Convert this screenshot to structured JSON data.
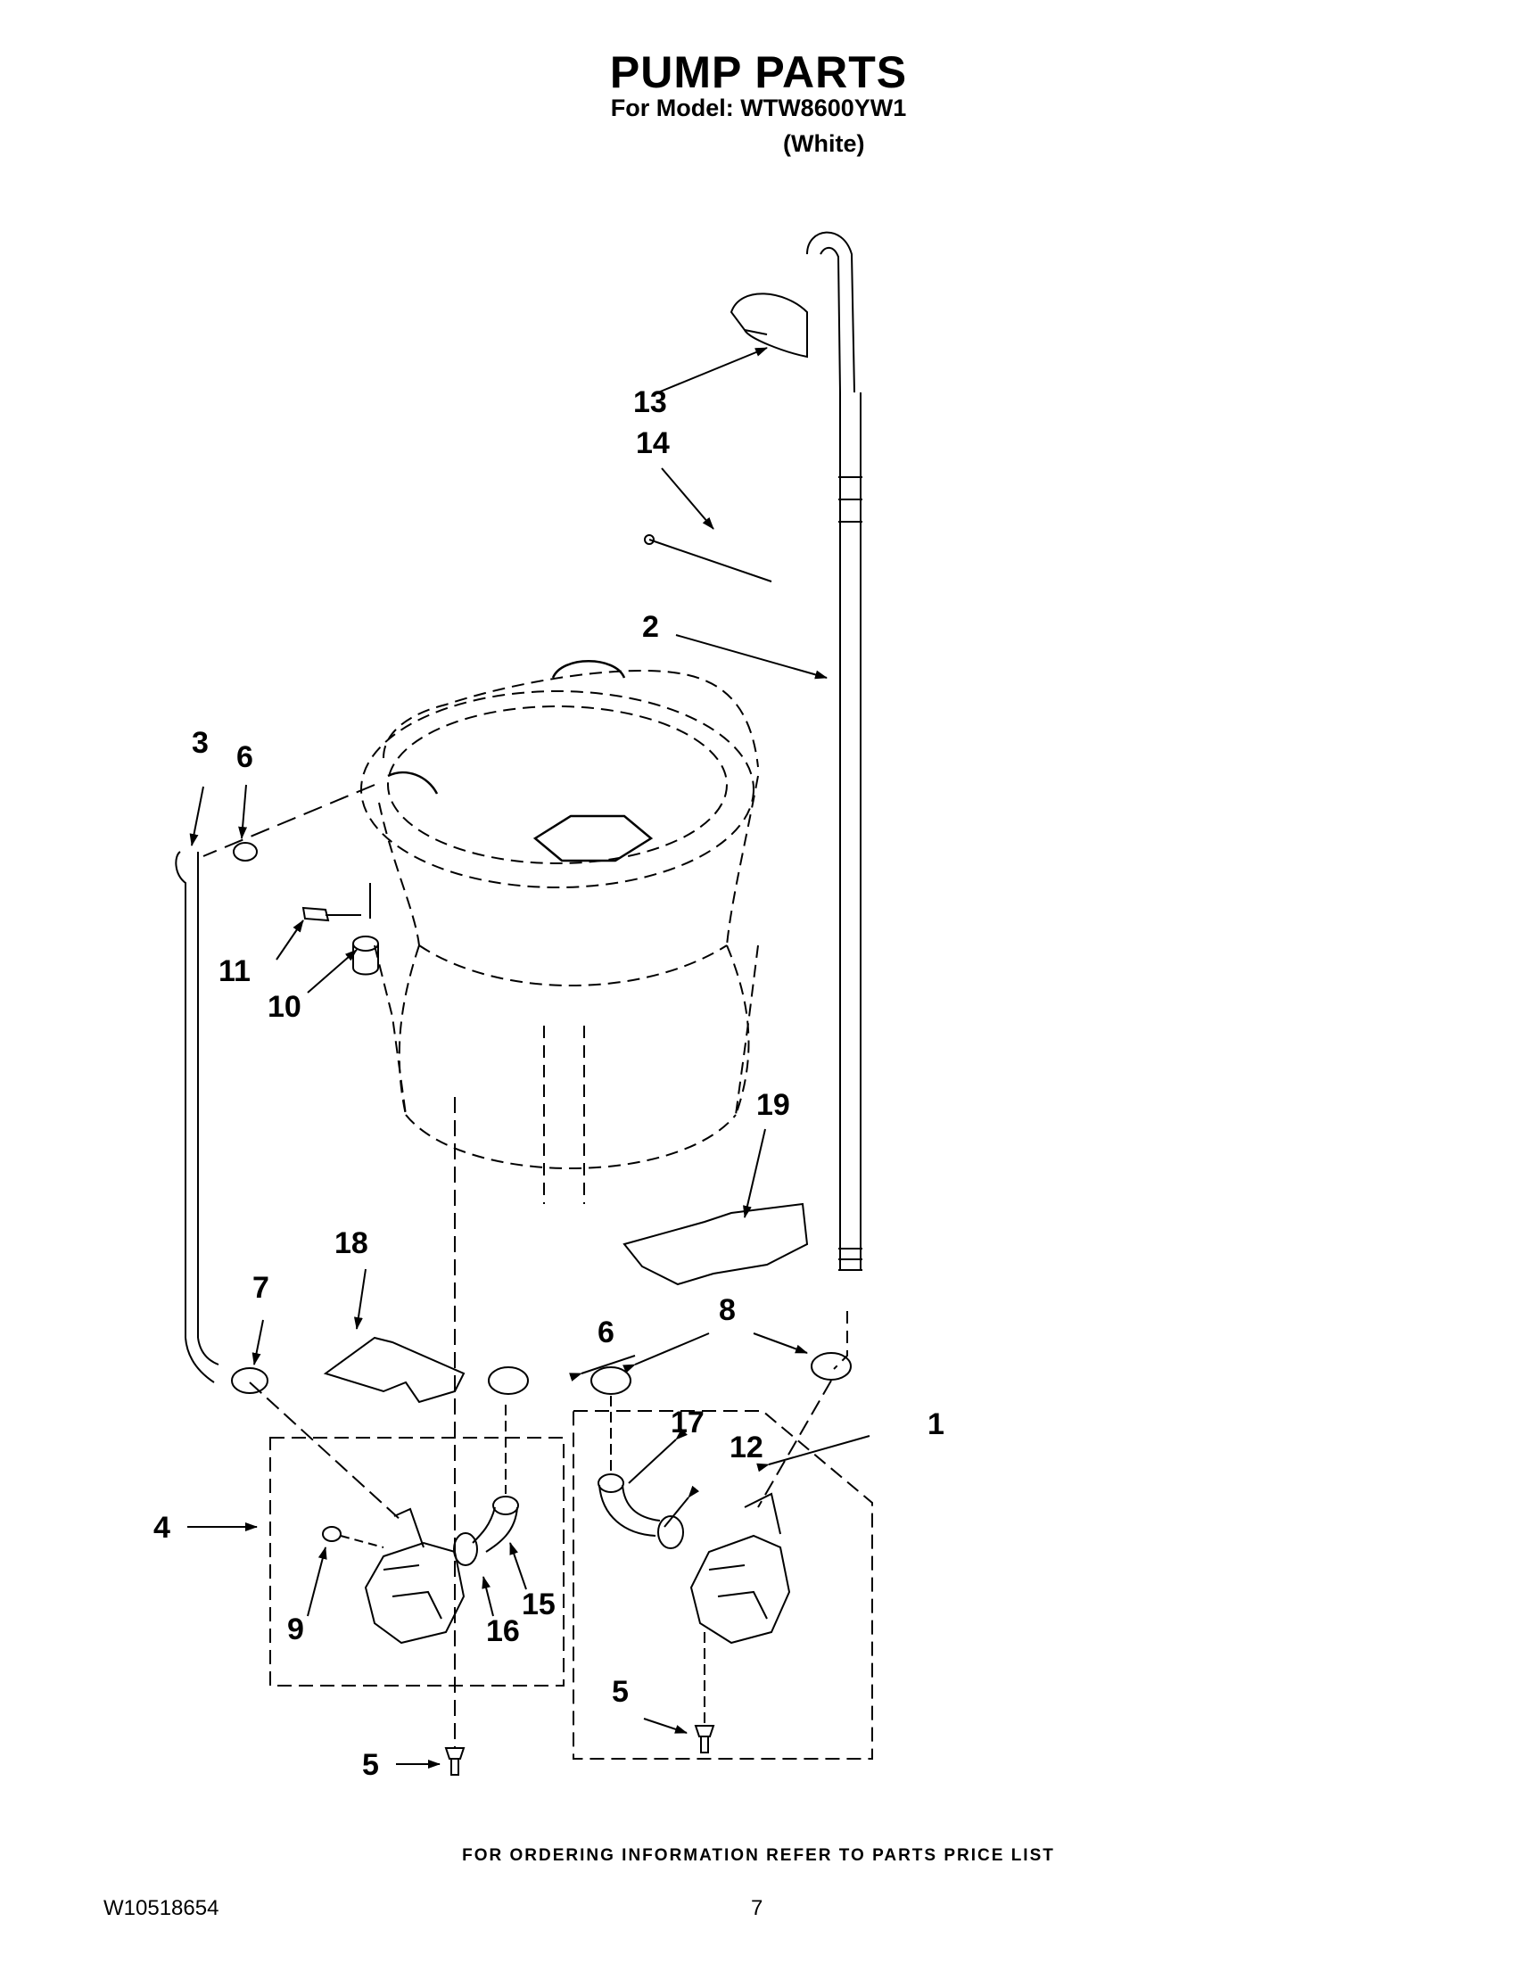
{
  "header": {
    "title": "PUMP PARTS",
    "model_line": "For Model: WTW8600YW1",
    "color_line": "(White)"
  },
  "callouts": [
    "1",
    "2",
    "3",
    "4",
    "5",
    "5",
    "6",
    "6",
    "7",
    "8",
    "9",
    "10",
    "11",
    "12",
    "13",
    "14",
    "15",
    "16",
    "17",
    "18",
    "19"
  ],
  "footer": {
    "ordering_note": "FOR ORDERING INFORMATION REFER TO PARTS PRICE LIST",
    "document_number": "W10518654",
    "page_number": "7"
  }
}
